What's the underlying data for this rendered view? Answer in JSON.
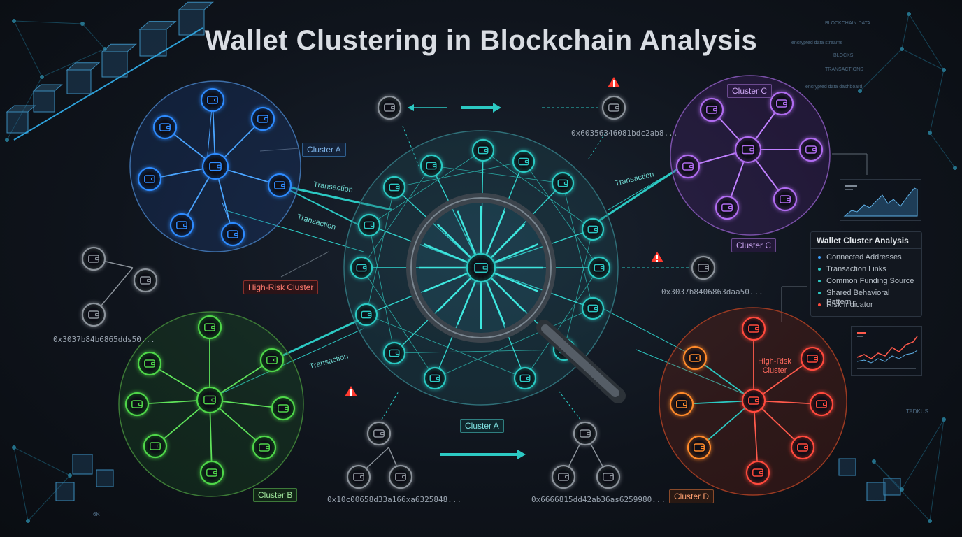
{
  "title": "Wallet Clustering in Blockchain Analysis",
  "colors": {
    "blue": "#2e8bff",
    "purple": "#b06cf0",
    "green": "#4fd64a",
    "teal": "#2cc9c3",
    "red": "#ff4a3c",
    "orange": "#ff8a2a",
    "gray": "#8c939b",
    "warning": "#ff3b30"
  },
  "icons": {
    "node": "wallet-icon",
    "warning": "warning-triangle-icon",
    "center": "magnifying-glass-icon"
  },
  "cluster_labels": {
    "a_top": "Cluster A",
    "a_bottom": "Cluster A",
    "b": "Cluster B",
    "c_top": "Cluster C",
    "c_bottom": "Cluster C",
    "d": "Cluster D",
    "high_risk": "High-Risk Cluster",
    "high_risk_inner": "High-Risk Cluster"
  },
  "edge_labels": [
    "Transaction",
    "Transaction",
    "Transaction",
    "Transaction"
  ],
  "addresses": [
    "0x60356346081bdc2ab8...",
    "0x3037b8406863daa50...",
    "0x3037b84b6865dds50...",
    "0x10c00658d33a166xa6325848...",
    "0x6666815dd42ab36as6259980..."
  ],
  "panel": {
    "title": "Wallet Cluster Analysis",
    "items": [
      {
        "label": "Connected Addresses",
        "color": "#3aa0ff"
      },
      {
        "label": "Transaction Links",
        "color": "#2cc9c3"
      },
      {
        "label": "Common Funding Source",
        "color": "#2cc9c3"
      },
      {
        "label": "Shared Behavioral Pattern",
        "color": "#2cc9c3"
      },
      {
        "label": "Risk Indicator",
        "color": "#ff4a3c"
      }
    ]
  },
  "decor": {
    "top_right": [
      "BLOCKCHAIN DATA",
      "encrypted data streams",
      "BLOCKS",
      "TRANSACTIONS",
      "encrypted data dashboard"
    ],
    "right_side": "TADKUS",
    "bottom_left": "6K"
  }
}
